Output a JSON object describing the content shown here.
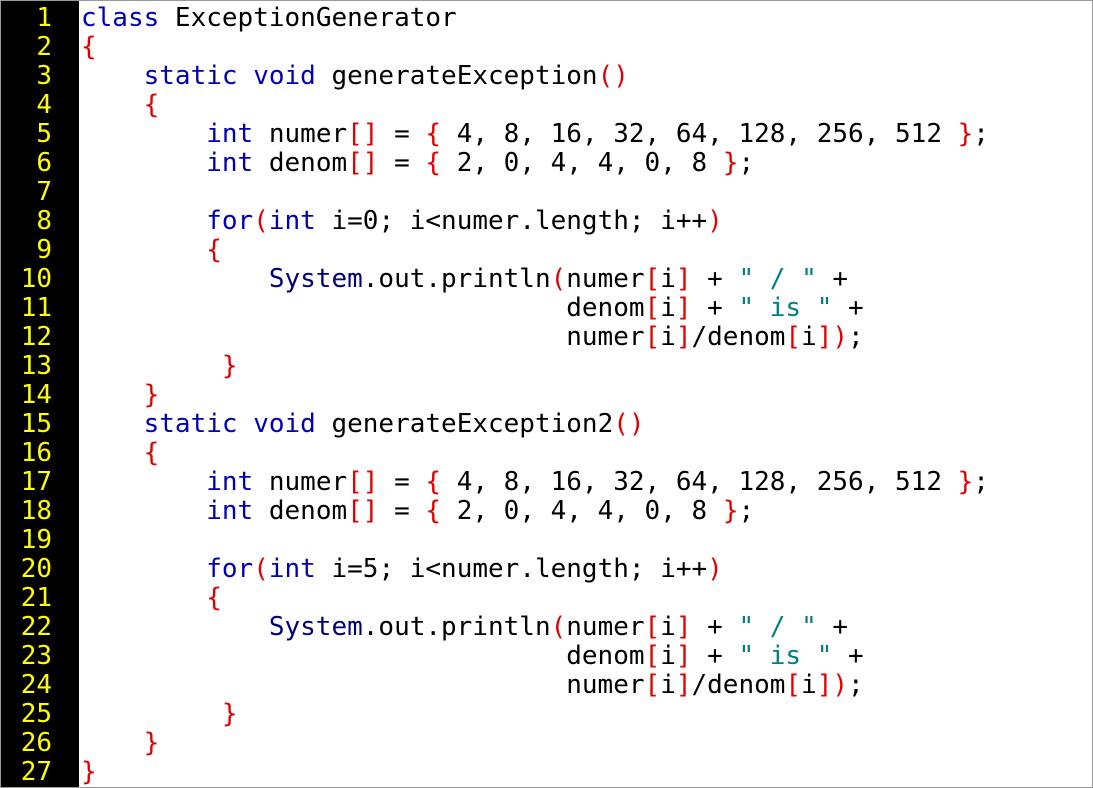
{
  "colors": {
    "gutter_bg": "#000000",
    "line_number": "#ffff00",
    "keyword": "#0000b4",
    "bracket": "#e00000",
    "string": "#008080",
    "class_ref": "#00007a",
    "text": "#000000",
    "editor_bg": "#ffffff"
  },
  "line_numbers": [
    "1",
    "2",
    "3",
    "4",
    "5",
    "6",
    "7",
    "8",
    "9",
    "10",
    "11",
    "12",
    "13",
    "14",
    "15",
    "16",
    "17",
    "18",
    "19",
    "20",
    "21",
    "22",
    "23",
    "24",
    "25",
    "26",
    "27"
  ],
  "lines": [
    [
      {
        "t": "kw",
        "v": "class"
      },
      {
        "t": "id",
        "v": " ExceptionGenerator"
      }
    ],
    [
      {
        "t": "br",
        "v": "{"
      }
    ],
    [
      {
        "t": "id",
        "v": "    "
      },
      {
        "t": "kw",
        "v": "static void"
      },
      {
        "t": "id",
        "v": " generateException"
      },
      {
        "t": "br",
        "v": "()"
      }
    ],
    [
      {
        "t": "id",
        "v": "    "
      },
      {
        "t": "br",
        "v": "{"
      }
    ],
    [
      {
        "t": "id",
        "v": "        "
      },
      {
        "t": "kw",
        "v": "int"
      },
      {
        "t": "id",
        "v": " numer"
      },
      {
        "t": "br",
        "v": "[]"
      },
      {
        "t": "id",
        "v": " = "
      },
      {
        "t": "br",
        "v": "{"
      },
      {
        "t": "id",
        "v": " 4, 8, 16, 32, 64, 128, 256, 512 "
      },
      {
        "t": "br",
        "v": "}"
      },
      {
        "t": "id",
        "v": ";"
      }
    ],
    [
      {
        "t": "id",
        "v": "        "
      },
      {
        "t": "kw",
        "v": "int"
      },
      {
        "t": "id",
        "v": " denom"
      },
      {
        "t": "br",
        "v": "[]"
      },
      {
        "t": "id",
        "v": " = "
      },
      {
        "t": "br",
        "v": "{"
      },
      {
        "t": "id",
        "v": " 2, 0, 4, 4, 0, 8 "
      },
      {
        "t": "br",
        "v": "}"
      },
      {
        "t": "id",
        "v": ";"
      }
    ],
    [],
    [
      {
        "t": "id",
        "v": "        "
      },
      {
        "t": "kw",
        "v": "for"
      },
      {
        "t": "br",
        "v": "("
      },
      {
        "t": "kw",
        "v": "int"
      },
      {
        "t": "id",
        "v": " i=0; i<numer.length; i++"
      },
      {
        "t": "br",
        "v": ")"
      }
    ],
    [
      {
        "t": "id",
        "v": "        "
      },
      {
        "t": "br",
        "v": "{"
      }
    ],
    [
      {
        "t": "id",
        "v": "            "
      },
      {
        "t": "sys",
        "v": "System"
      },
      {
        "t": "id",
        "v": ".out.println"
      },
      {
        "t": "br",
        "v": "("
      },
      {
        "t": "id",
        "v": "numer"
      },
      {
        "t": "br",
        "v": "["
      },
      {
        "t": "id",
        "v": "i"
      },
      {
        "t": "br",
        "v": "]"
      },
      {
        "t": "id",
        "v": " + "
      },
      {
        "t": "str",
        "v": "\" / \""
      },
      {
        "t": "id",
        "v": " +"
      }
    ],
    [
      {
        "t": "id",
        "v": "                               denom"
      },
      {
        "t": "br",
        "v": "["
      },
      {
        "t": "id",
        "v": "i"
      },
      {
        "t": "br",
        "v": "]"
      },
      {
        "t": "id",
        "v": " + "
      },
      {
        "t": "str",
        "v": "\" is \""
      },
      {
        "t": "id",
        "v": " +"
      }
    ],
    [
      {
        "t": "id",
        "v": "                               numer"
      },
      {
        "t": "br",
        "v": "["
      },
      {
        "t": "id",
        "v": "i"
      },
      {
        "t": "br",
        "v": "]"
      },
      {
        "t": "id",
        "v": "/denom"
      },
      {
        "t": "br",
        "v": "["
      },
      {
        "t": "id",
        "v": "i"
      },
      {
        "t": "br",
        "v": "])"
      },
      {
        "t": "id",
        "v": ";"
      }
    ],
    [
      {
        "t": "id",
        "v": "         "
      },
      {
        "t": "br",
        "v": "}"
      }
    ],
    [
      {
        "t": "id",
        "v": "    "
      },
      {
        "t": "br",
        "v": "}"
      }
    ],
    [
      {
        "t": "id",
        "v": "    "
      },
      {
        "t": "kw",
        "v": "static void"
      },
      {
        "t": "id",
        "v": " generateException2"
      },
      {
        "t": "br",
        "v": "()"
      }
    ],
    [
      {
        "t": "id",
        "v": "    "
      },
      {
        "t": "br",
        "v": "{"
      }
    ],
    [
      {
        "t": "id",
        "v": "        "
      },
      {
        "t": "kw",
        "v": "int"
      },
      {
        "t": "id",
        "v": " numer"
      },
      {
        "t": "br",
        "v": "[]"
      },
      {
        "t": "id",
        "v": " = "
      },
      {
        "t": "br",
        "v": "{"
      },
      {
        "t": "id",
        "v": " 4, 8, 16, 32, 64, 128, 256, 512 "
      },
      {
        "t": "br",
        "v": "}"
      },
      {
        "t": "id",
        "v": ";"
      }
    ],
    [
      {
        "t": "id",
        "v": "        "
      },
      {
        "t": "kw",
        "v": "int"
      },
      {
        "t": "id",
        "v": " denom"
      },
      {
        "t": "br",
        "v": "[]"
      },
      {
        "t": "id",
        "v": " = "
      },
      {
        "t": "br",
        "v": "{"
      },
      {
        "t": "id",
        "v": " 2, 0, 4, 4, 0, 8 "
      },
      {
        "t": "br",
        "v": "}"
      },
      {
        "t": "id",
        "v": ";"
      }
    ],
    [],
    [
      {
        "t": "id",
        "v": "        "
      },
      {
        "t": "kw",
        "v": "for"
      },
      {
        "t": "br",
        "v": "("
      },
      {
        "t": "kw",
        "v": "int"
      },
      {
        "t": "id",
        "v": " i=5; i<numer.length; i++"
      },
      {
        "t": "br",
        "v": ")"
      }
    ],
    [
      {
        "t": "id",
        "v": "        "
      },
      {
        "t": "br",
        "v": "{"
      }
    ],
    [
      {
        "t": "id",
        "v": "            "
      },
      {
        "t": "sys",
        "v": "System"
      },
      {
        "t": "id",
        "v": ".out.println"
      },
      {
        "t": "br",
        "v": "("
      },
      {
        "t": "id",
        "v": "numer"
      },
      {
        "t": "br",
        "v": "["
      },
      {
        "t": "id",
        "v": "i"
      },
      {
        "t": "br",
        "v": "]"
      },
      {
        "t": "id",
        "v": " + "
      },
      {
        "t": "str",
        "v": "\" / \""
      },
      {
        "t": "id",
        "v": " +"
      }
    ],
    [
      {
        "t": "id",
        "v": "                               denom"
      },
      {
        "t": "br",
        "v": "["
      },
      {
        "t": "id",
        "v": "i"
      },
      {
        "t": "br",
        "v": "]"
      },
      {
        "t": "id",
        "v": " + "
      },
      {
        "t": "str",
        "v": "\" is \""
      },
      {
        "t": "id",
        "v": " +"
      }
    ],
    [
      {
        "t": "id",
        "v": "                               numer"
      },
      {
        "t": "br",
        "v": "["
      },
      {
        "t": "id",
        "v": "i"
      },
      {
        "t": "br",
        "v": "]"
      },
      {
        "t": "id",
        "v": "/denom"
      },
      {
        "t": "br",
        "v": "["
      },
      {
        "t": "id",
        "v": "i"
      },
      {
        "t": "br",
        "v": "])"
      },
      {
        "t": "id",
        "v": ";"
      }
    ],
    [
      {
        "t": "id",
        "v": "         "
      },
      {
        "t": "br",
        "v": "}"
      }
    ],
    [
      {
        "t": "id",
        "v": "    "
      },
      {
        "t": "br",
        "v": "}"
      }
    ],
    [
      {
        "t": "br",
        "v": "}"
      }
    ]
  ]
}
